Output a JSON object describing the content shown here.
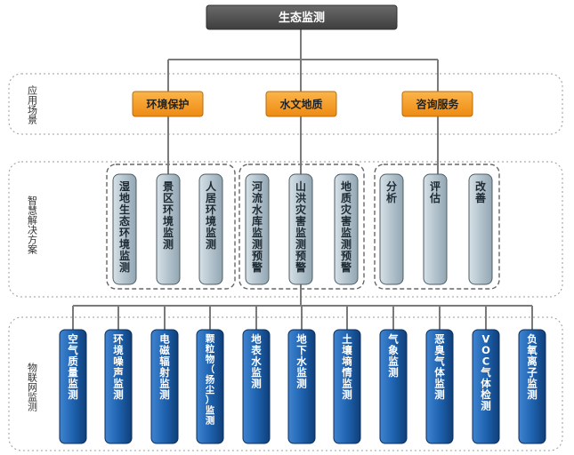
{
  "root": {
    "label": "生态监测"
  },
  "bands": {
    "app": "应用场景",
    "solution": "智慧解决方案",
    "iot": "物联网监测"
  },
  "categories": [
    {
      "label": "环境保护"
    },
    {
      "label": "水文地质"
    },
    {
      "label": "咨询服务"
    }
  ],
  "solutions": [
    {
      "label": "湿地生态环境监测"
    },
    {
      "label": "景区环境监测"
    },
    {
      "label": "人居环境监测"
    },
    {
      "label": "河流水库监测预警"
    },
    {
      "label": "山洪灾害监测预警"
    },
    {
      "label": "地质灾害监测预警"
    },
    {
      "label": "分析"
    },
    {
      "label": "评估"
    },
    {
      "label": "改善"
    }
  ],
  "iot": [
    {
      "label": "空气质量监测"
    },
    {
      "label": "环境噪声监测"
    },
    {
      "label": "电磁辐射监测"
    },
    {
      "label": "颗粒物（扬尘）监测"
    },
    {
      "label": "地表水监测"
    },
    {
      "label": "地下水监测"
    },
    {
      "label": "土壤墒情监测"
    },
    {
      "label": "气象监测"
    },
    {
      "label": "恶臭气体监测"
    },
    {
      "label": "VOC气体检测"
    },
    {
      "label": "负氧离子监测"
    }
  ],
  "colors": {
    "root_bg": "#555555",
    "category_bg": "#f39a1e",
    "solution_bg": "#b8c7d1",
    "iot_bg": "#1f63b0",
    "connector": "#7a7a7a",
    "band_border": "#9a9a9a"
  }
}
